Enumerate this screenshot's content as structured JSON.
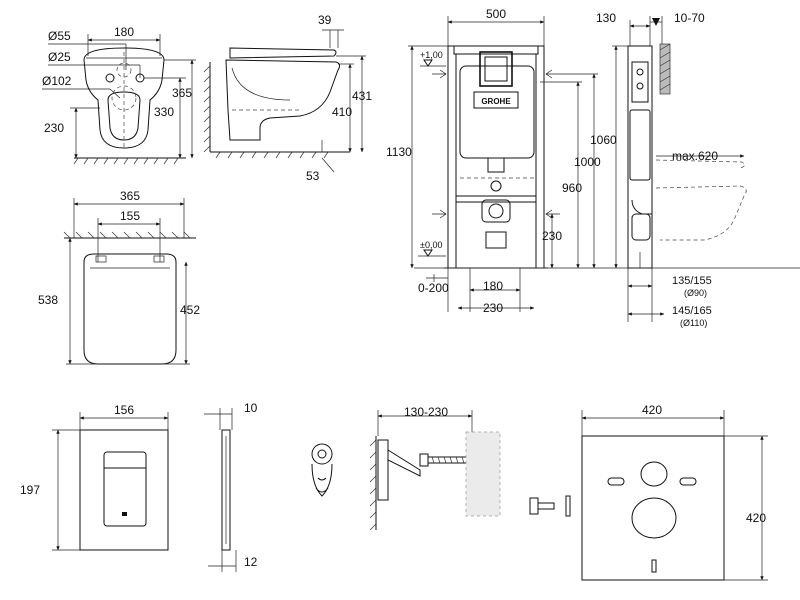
{
  "wc_front": {
    "width": "180",
    "dia_55": "Ø55",
    "dia_25": "Ø25",
    "dia_102": "Ø102",
    "h_230": "230",
    "h_330": "330",
    "h_365": "365"
  },
  "wc_side": {
    "top_39": "39",
    "h_431": "431",
    "h_410": "410",
    "bottom_53": "53"
  },
  "seat_top": {
    "w_365": "365",
    "w_155": "155",
    "l_538": "538",
    "l_452": "452"
  },
  "frame_front": {
    "width": "500",
    "h_1130": "1130",
    "h_1000": "1000",
    "h_960": "960",
    "h_230": "230",
    "left_range": "0-200",
    "w_180": "180",
    "w_230": "230",
    "level_top": "+1,00",
    "level_floor": "±0,00",
    "brand": "GROHE"
  },
  "frame_side": {
    "top_130": "130",
    "top_range": "10-70",
    "h_1060": "1060",
    "max_620": "max.620",
    "depth_1": "135/155",
    "depth_1_pipe": "(Ø90)",
    "depth_2": "145/165",
    "depth_2_pipe": "(Ø110)"
  },
  "plate": {
    "width": "156",
    "height": "197",
    "depth_10": "10",
    "depth_12": "12"
  },
  "bolts": {
    "range": "130-230"
  },
  "mat": {
    "width": "420",
    "height": "420"
  }
}
